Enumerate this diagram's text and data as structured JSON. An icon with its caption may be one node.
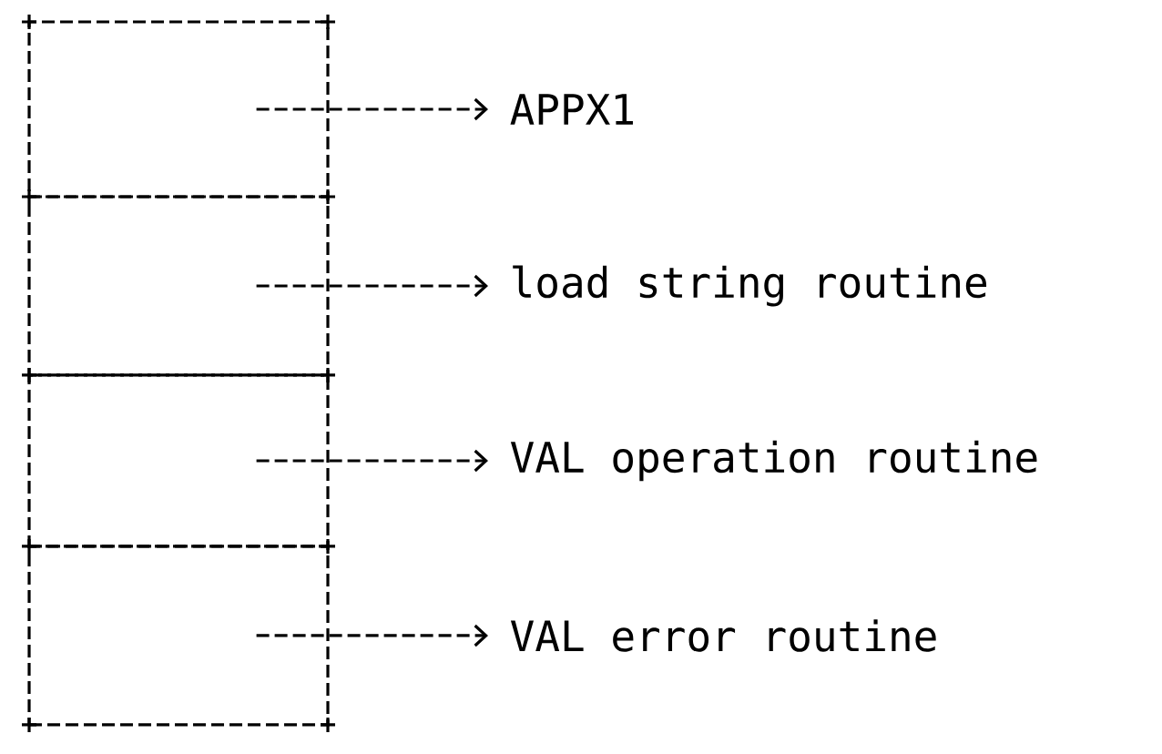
{
  "diagram": {
    "nodes": [
      {
        "text": [],
        "shape": "box"
      },
      {
        "text": [],
        "shape": "box"
      },
      {
        "text": [],
        "shape": "box"
      },
      {
        "text": [],
        "shape": "box"
      },
      {
        "text": [
          "APPX1"
        ]
      },
      {
        "text": [
          "load string routine"
        ]
      },
      {
        "text": [
          "VAL operation routine"
        ]
      },
      {
        "text": [
          "VAL error routine"
        ]
      }
    ],
    "edges": [
      {
        "from": 0,
        "to": 4,
        "arrow": "to",
        "style": "dashed"
      },
      {
        "from": 1,
        "to": 5,
        "arrow": "to",
        "style": "dashed"
      },
      {
        "from": 2,
        "to": 6,
        "arrow": "to",
        "style": "dashed"
      },
      {
        "from": 3,
        "to": 7,
        "arrow": "to",
        "style": "dashed"
      }
    ]
  }
}
